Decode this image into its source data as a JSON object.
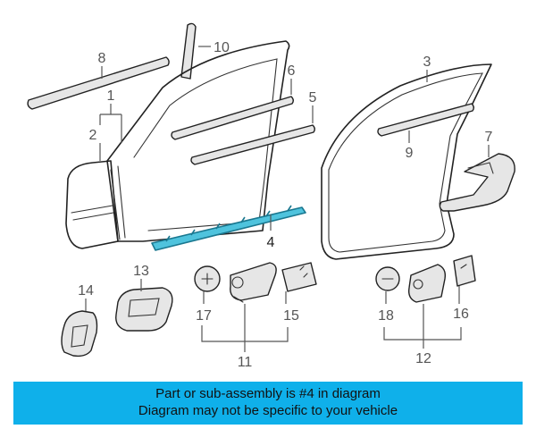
{
  "callouts": [
    "1",
    "2",
    "3",
    "4",
    "5",
    "6",
    "7",
    "8",
    "9",
    "10",
    "11",
    "12",
    "13",
    "14",
    "15",
    "16",
    "17",
    "18"
  ],
  "banner": {
    "line1": "Part or sub-assembly is #4 in diagram",
    "line2": "Diagram may not be specific to your vehicle",
    "background": "#0fb0ea"
  },
  "highlight_color": "#27a9c9"
}
